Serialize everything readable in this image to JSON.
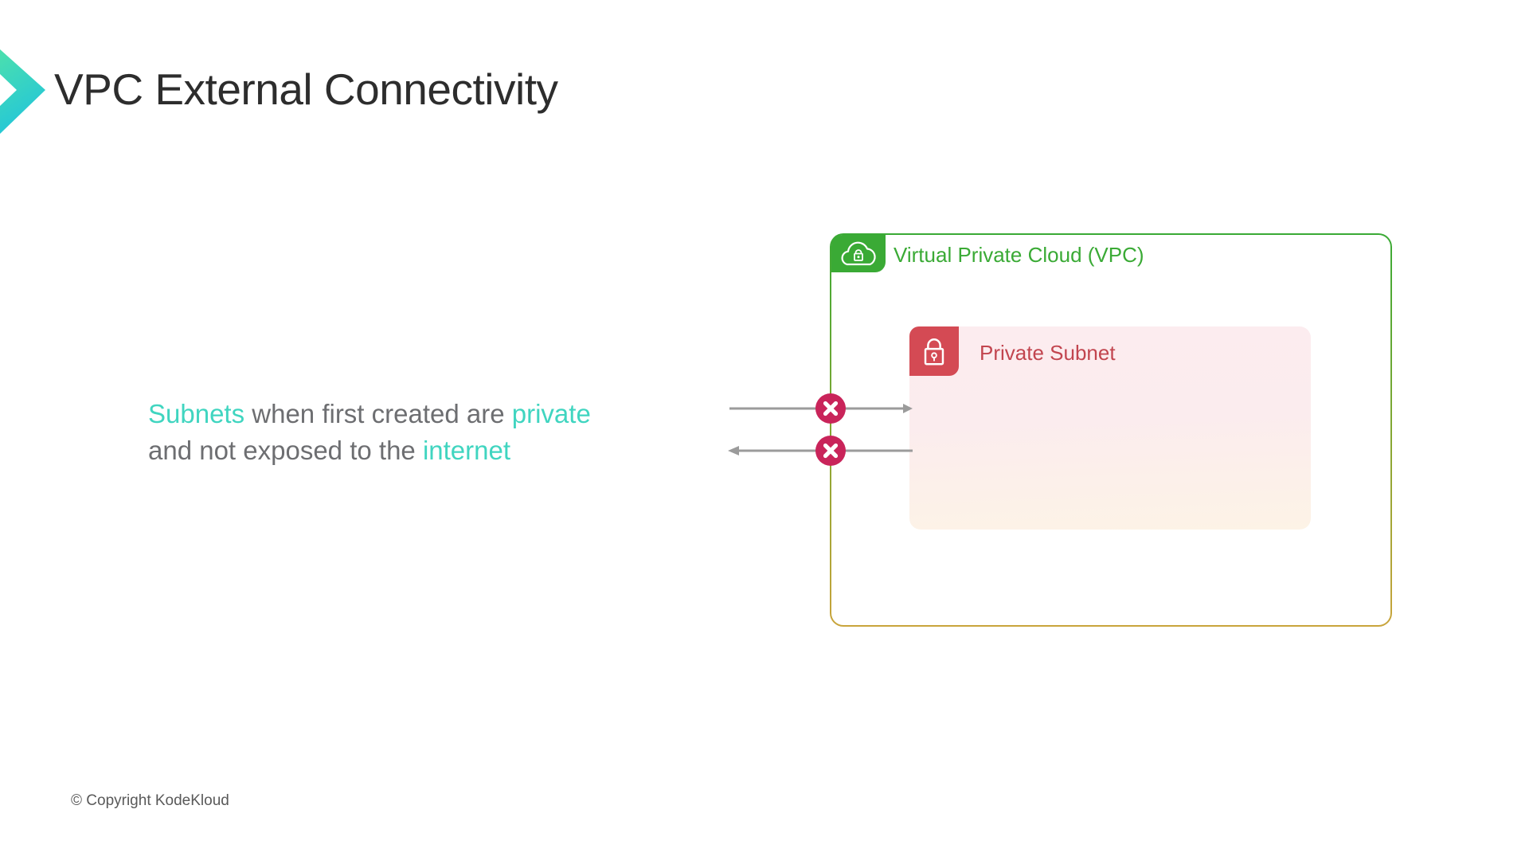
{
  "header": {
    "title": "VPC External Connectivity"
  },
  "statement": {
    "line1": {
      "seg1": "Subnets",
      "seg2": " when first created are ",
      "seg3": "private"
    },
    "line2": {
      "seg1": "and not exposed to the ",
      "seg2": "internet"
    }
  },
  "diagram": {
    "vpc": {
      "label": "Virtual Private Cloud (VPC)"
    },
    "private_subnet": {
      "label": "Private Subnet"
    }
  },
  "footer": {
    "copyright": "© Copyright KodeKloud"
  },
  "colors": {
    "accent_teal": "#40d5c0",
    "title_dark": "#2d2d2d",
    "body_gray": "#6d6e71",
    "vpc_green": "#3aaa35",
    "vpc_gold": "#c9a43b",
    "subnet_red": "#d44a54",
    "subnet_text_red": "#c2454f",
    "blocked_badge_pink": "#c9245a",
    "arrow_gray": "#9b9b9b"
  }
}
